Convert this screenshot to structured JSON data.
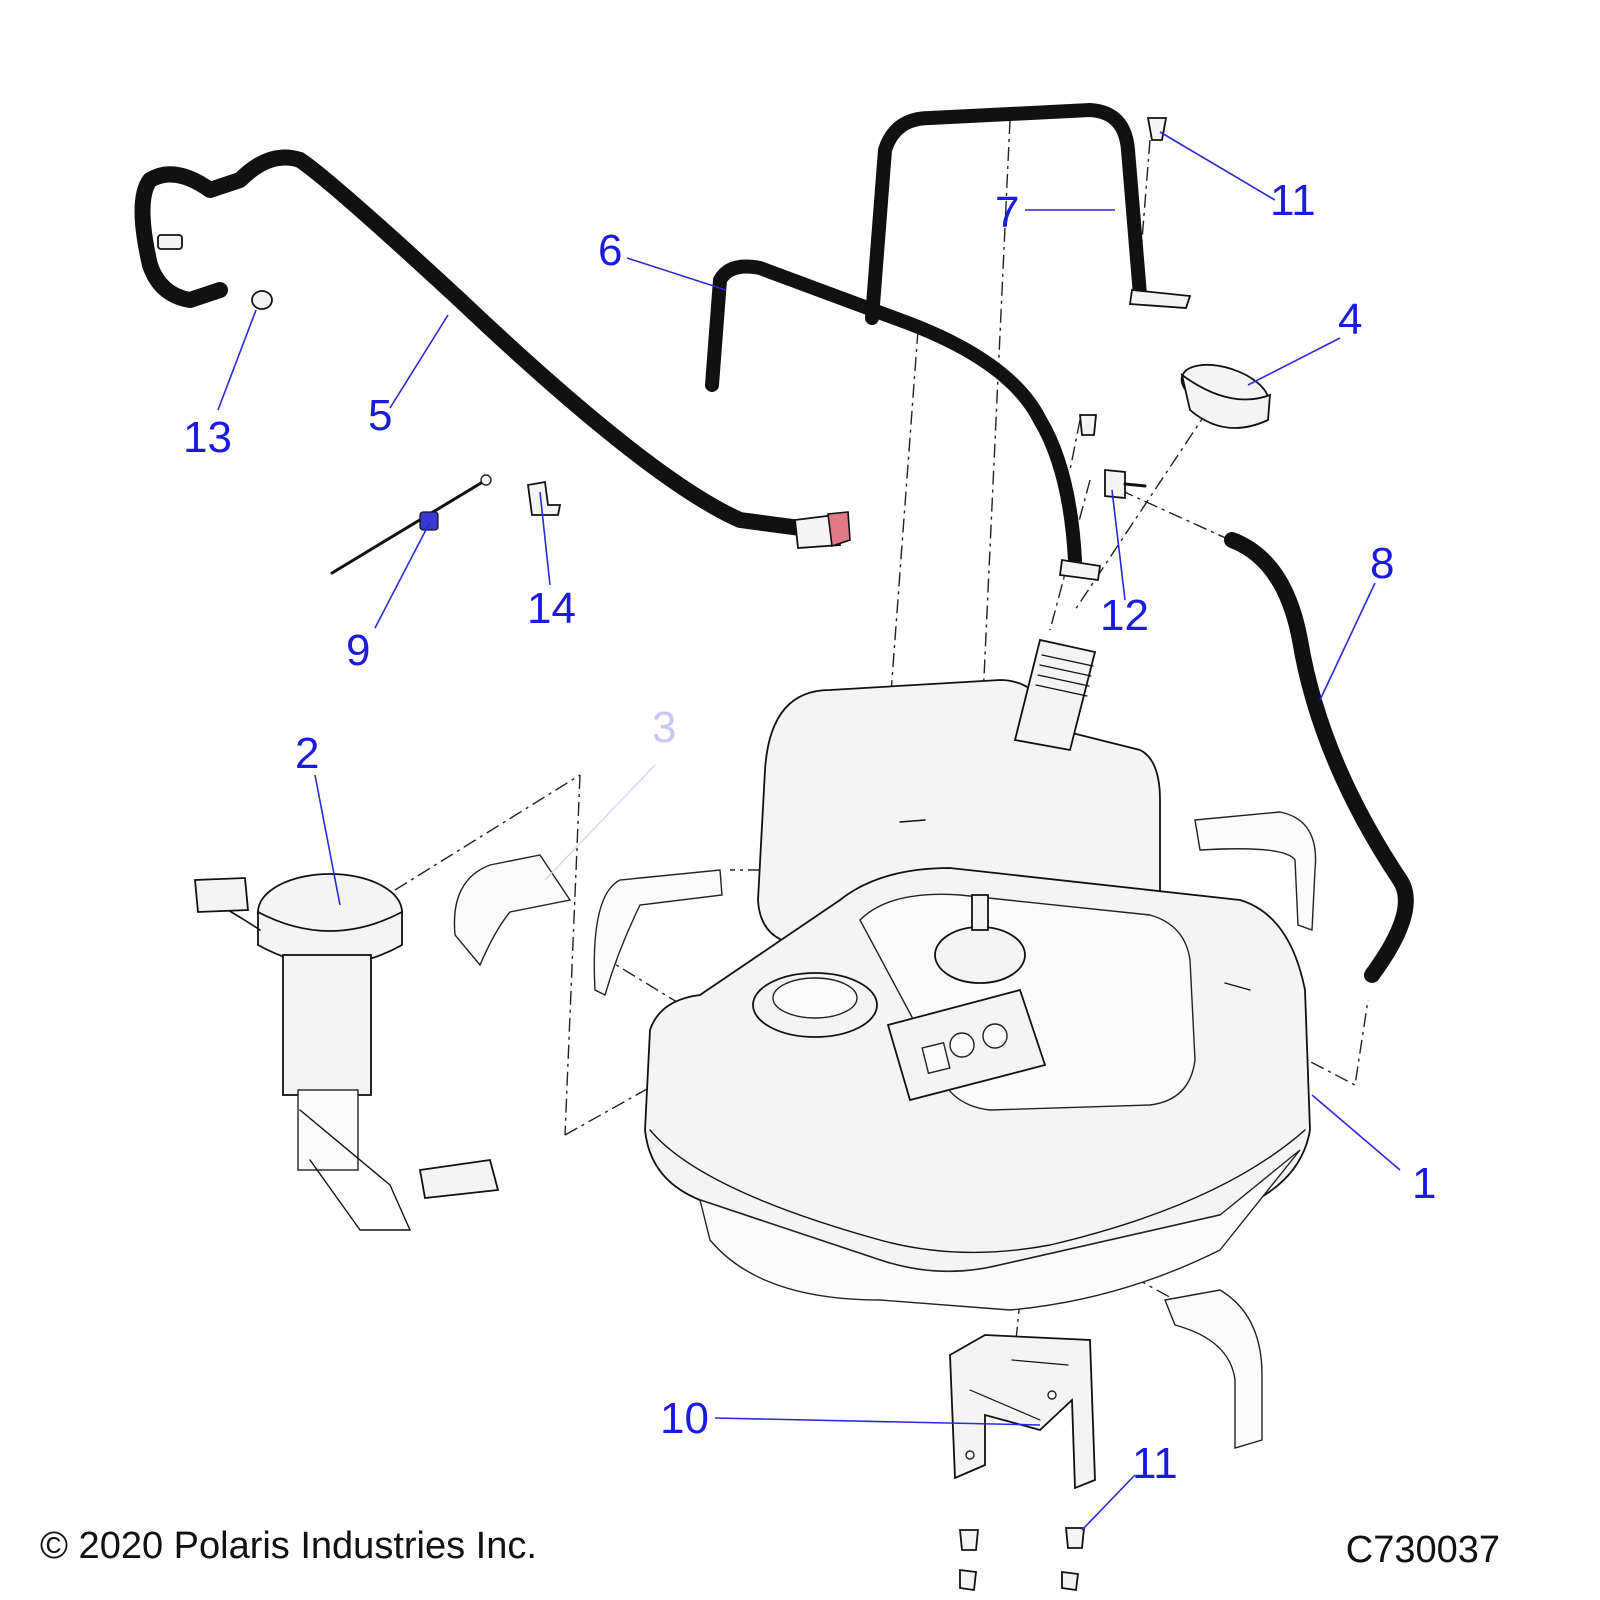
{
  "footer": {
    "copyright": "© 2020 Polaris Industries Inc.",
    "figure_code": "C730037"
  },
  "callouts": [
    {
      "id": "1",
      "label": "1"
    },
    {
      "id": "2",
      "label": "2"
    },
    {
      "id": "3",
      "label": "3"
    },
    {
      "id": "4",
      "label": "4"
    },
    {
      "id": "5",
      "label": "5"
    },
    {
      "id": "6",
      "label": "6"
    },
    {
      "id": "7",
      "label": "7"
    },
    {
      "id": "8",
      "label": "8"
    },
    {
      "id": "9",
      "label": "9"
    },
    {
      "id": "10",
      "label": "10"
    },
    {
      "id": "11a",
      "label": "11"
    },
    {
      "id": "11b",
      "label": "11"
    },
    {
      "id": "12",
      "label": "12"
    },
    {
      "id": "13",
      "label": "13"
    },
    {
      "id": "14",
      "label": "14"
    }
  ],
  "colors": {
    "callout": "#1a1ae0",
    "vent_hose": "#8fdcb4",
    "connector": "#e07a86",
    "clip": "#3a3ad0"
  }
}
